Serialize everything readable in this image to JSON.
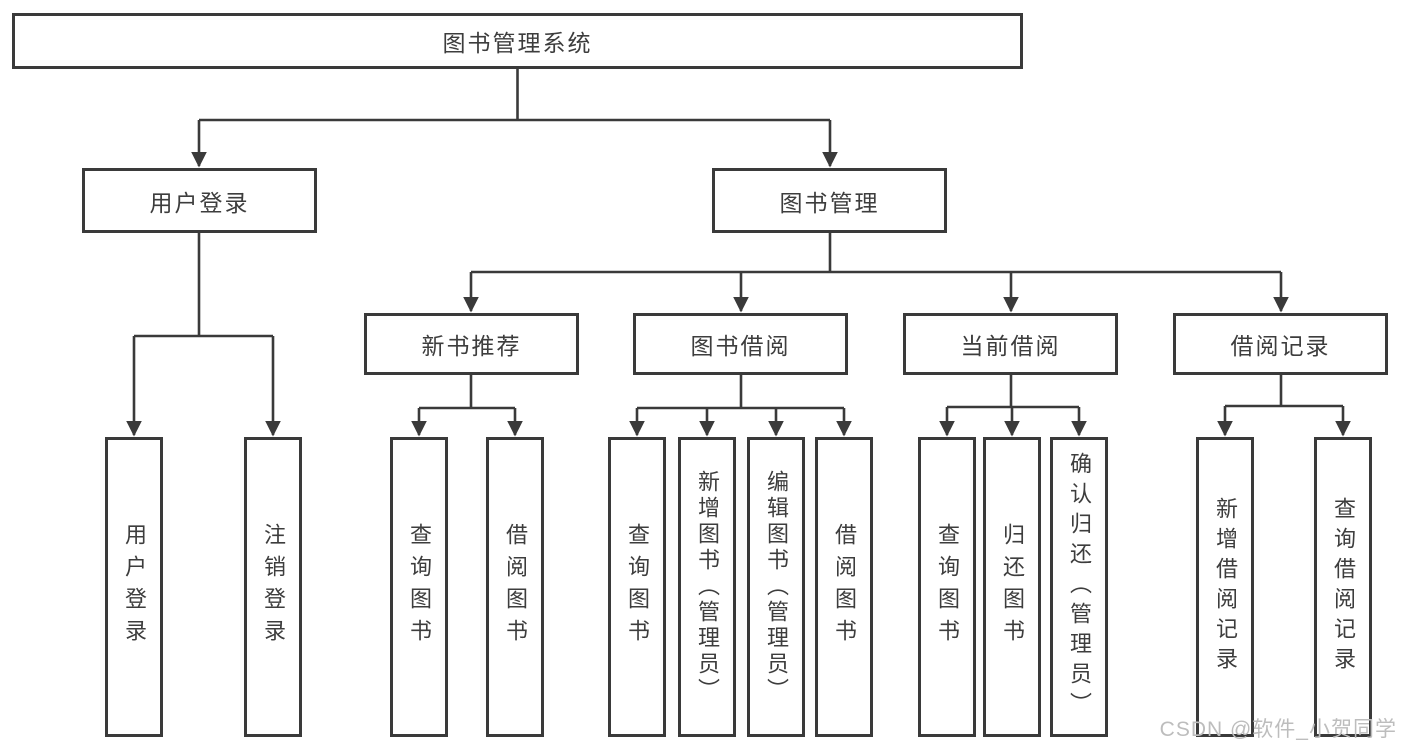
{
  "tree": {
    "root": "图书管理系统",
    "user": {
      "label": "用户登录",
      "children": [
        "用户登录",
        "注销登录"
      ]
    },
    "mgmt": {
      "label": "图书管理",
      "sections": [
        {
          "label": "新书推荐",
          "children": [
            "查询图书",
            "借阅图书"
          ]
        },
        {
          "label": "图书借阅",
          "children": [
            "查询图书",
            "新增图书（管理员）",
            "编辑图书（管理员）",
            "借阅图书"
          ]
        },
        {
          "label": "当前借阅",
          "children": [
            "查询图书",
            "归还图书",
            "确认归还（管理员）"
          ]
        },
        {
          "label": "借阅记录",
          "children": [
            "新增借阅记录",
            "查询借阅记录"
          ]
        }
      ]
    },
    "watermark": "CSDN @软件_小贺同学",
    "colors": {
      "line": "#3a3a3a",
      "text": "#3d3d3d",
      "watermark": "#bdbdbd",
      "background": "#ffffff"
    }
  }
}
